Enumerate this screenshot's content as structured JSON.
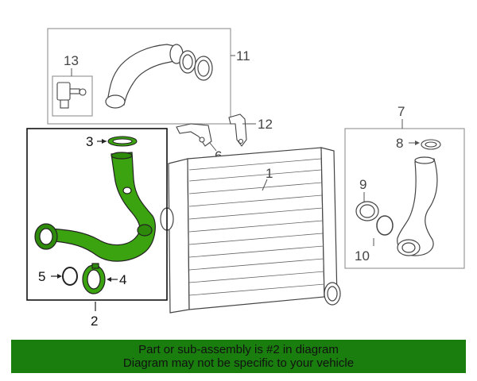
{
  "callouts": {
    "c1": "1",
    "c2": "2",
    "c3": "3",
    "c4": "4",
    "c5": "5",
    "c6": "6",
    "c7": "7",
    "c8": "8",
    "c9": "9",
    "c10": "10",
    "c11": "11",
    "c12": "12",
    "c13": "13"
  },
  "banner": {
    "line1": "Part or sub-assembly is #2 in diagram",
    "line2": "Diagram may not be specific to your vehicle"
  },
  "colors": {
    "highlight": "#3aa30f",
    "banner": "#1a7e0f",
    "line": "#555555"
  }
}
